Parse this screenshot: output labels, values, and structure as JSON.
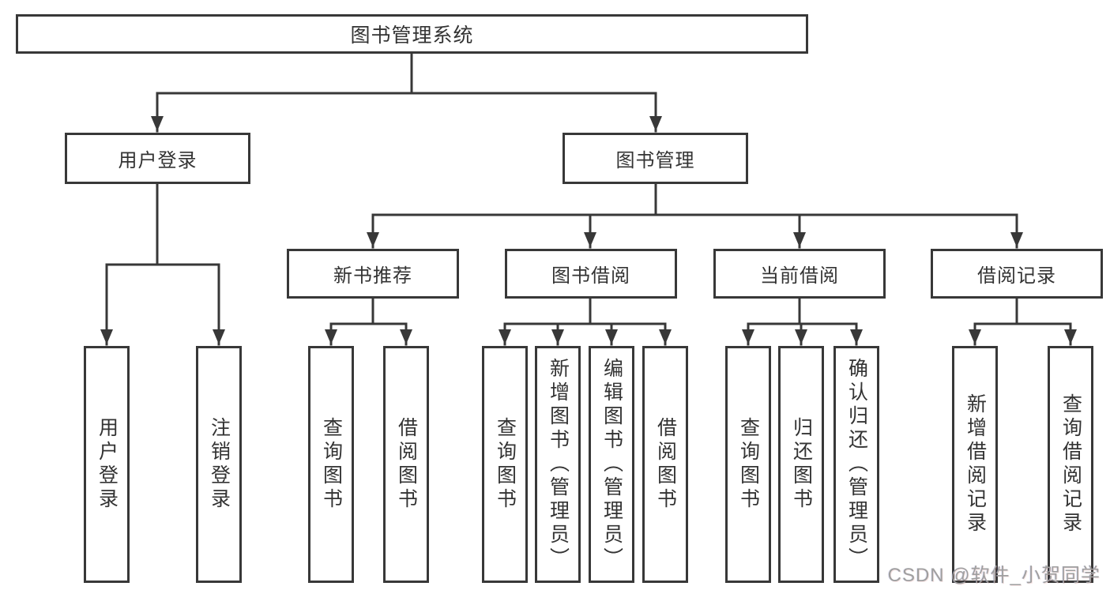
{
  "diagram": {
    "type": "tree-structure-chart",
    "colors": {
      "line": "#383838",
      "box_border": "#383838",
      "text": "#333333",
      "background": "#ffffff",
      "watermark": "#9f9f9f"
    },
    "labels": {
      "root": "图书管理系统",
      "user_login": "用户登录",
      "book_mgmt": "图书管理",
      "new_book_rec": "新书推荐",
      "book_borrow": "图书借阅",
      "current_borrow": "当前借阅",
      "borrow_records": "借阅记录",
      "leaf_user_login": "用户登录",
      "leaf_logout": "注销登录",
      "rec_query_books": "查询图书",
      "rec_borrow_books": "借阅图书",
      "bb_query_books": "查询图书",
      "bb_add_books": "新增图书（管理员）",
      "bb_edit_books": "编辑图书（管理员）",
      "bb_borrow_books": "借阅图书",
      "cb_query_books": "查询图书",
      "cb_return_books": "归还图书",
      "cb_confirm_return": "确认归还（管理员）",
      "br_add_record": "新增借阅记录",
      "br_query_record": "查询借阅记录"
    },
    "tree": {
      "label": "图书管理系统",
      "children": [
        {
          "label": "用户登录",
          "children": [
            {
              "label": "用户登录"
            },
            {
              "label": "注销登录"
            }
          ]
        },
        {
          "label": "图书管理",
          "children": [
            {
              "label": "新书推荐",
              "children": [
                {
                  "label": "查询图书"
                },
                {
                  "label": "借阅图书"
                }
              ]
            },
            {
              "label": "图书借阅",
              "children": [
                {
                  "label": "查询图书"
                },
                {
                  "label": "新增图书（管理员）"
                },
                {
                  "label": "编辑图书（管理员）"
                },
                {
                  "label": "借阅图书"
                }
              ]
            },
            {
              "label": "当前借阅",
              "children": [
                {
                  "label": "查询图书"
                },
                {
                  "label": "归还图书"
                },
                {
                  "label": "确认归还（管理员）"
                }
              ]
            },
            {
              "label": "借阅记录",
              "children": [
                {
                  "label": "新增借阅记录"
                },
                {
                  "label": "查询借阅记录"
                }
              ]
            }
          ]
        }
      ]
    },
    "watermark": "CSDN @软件_小贺同学"
  }
}
